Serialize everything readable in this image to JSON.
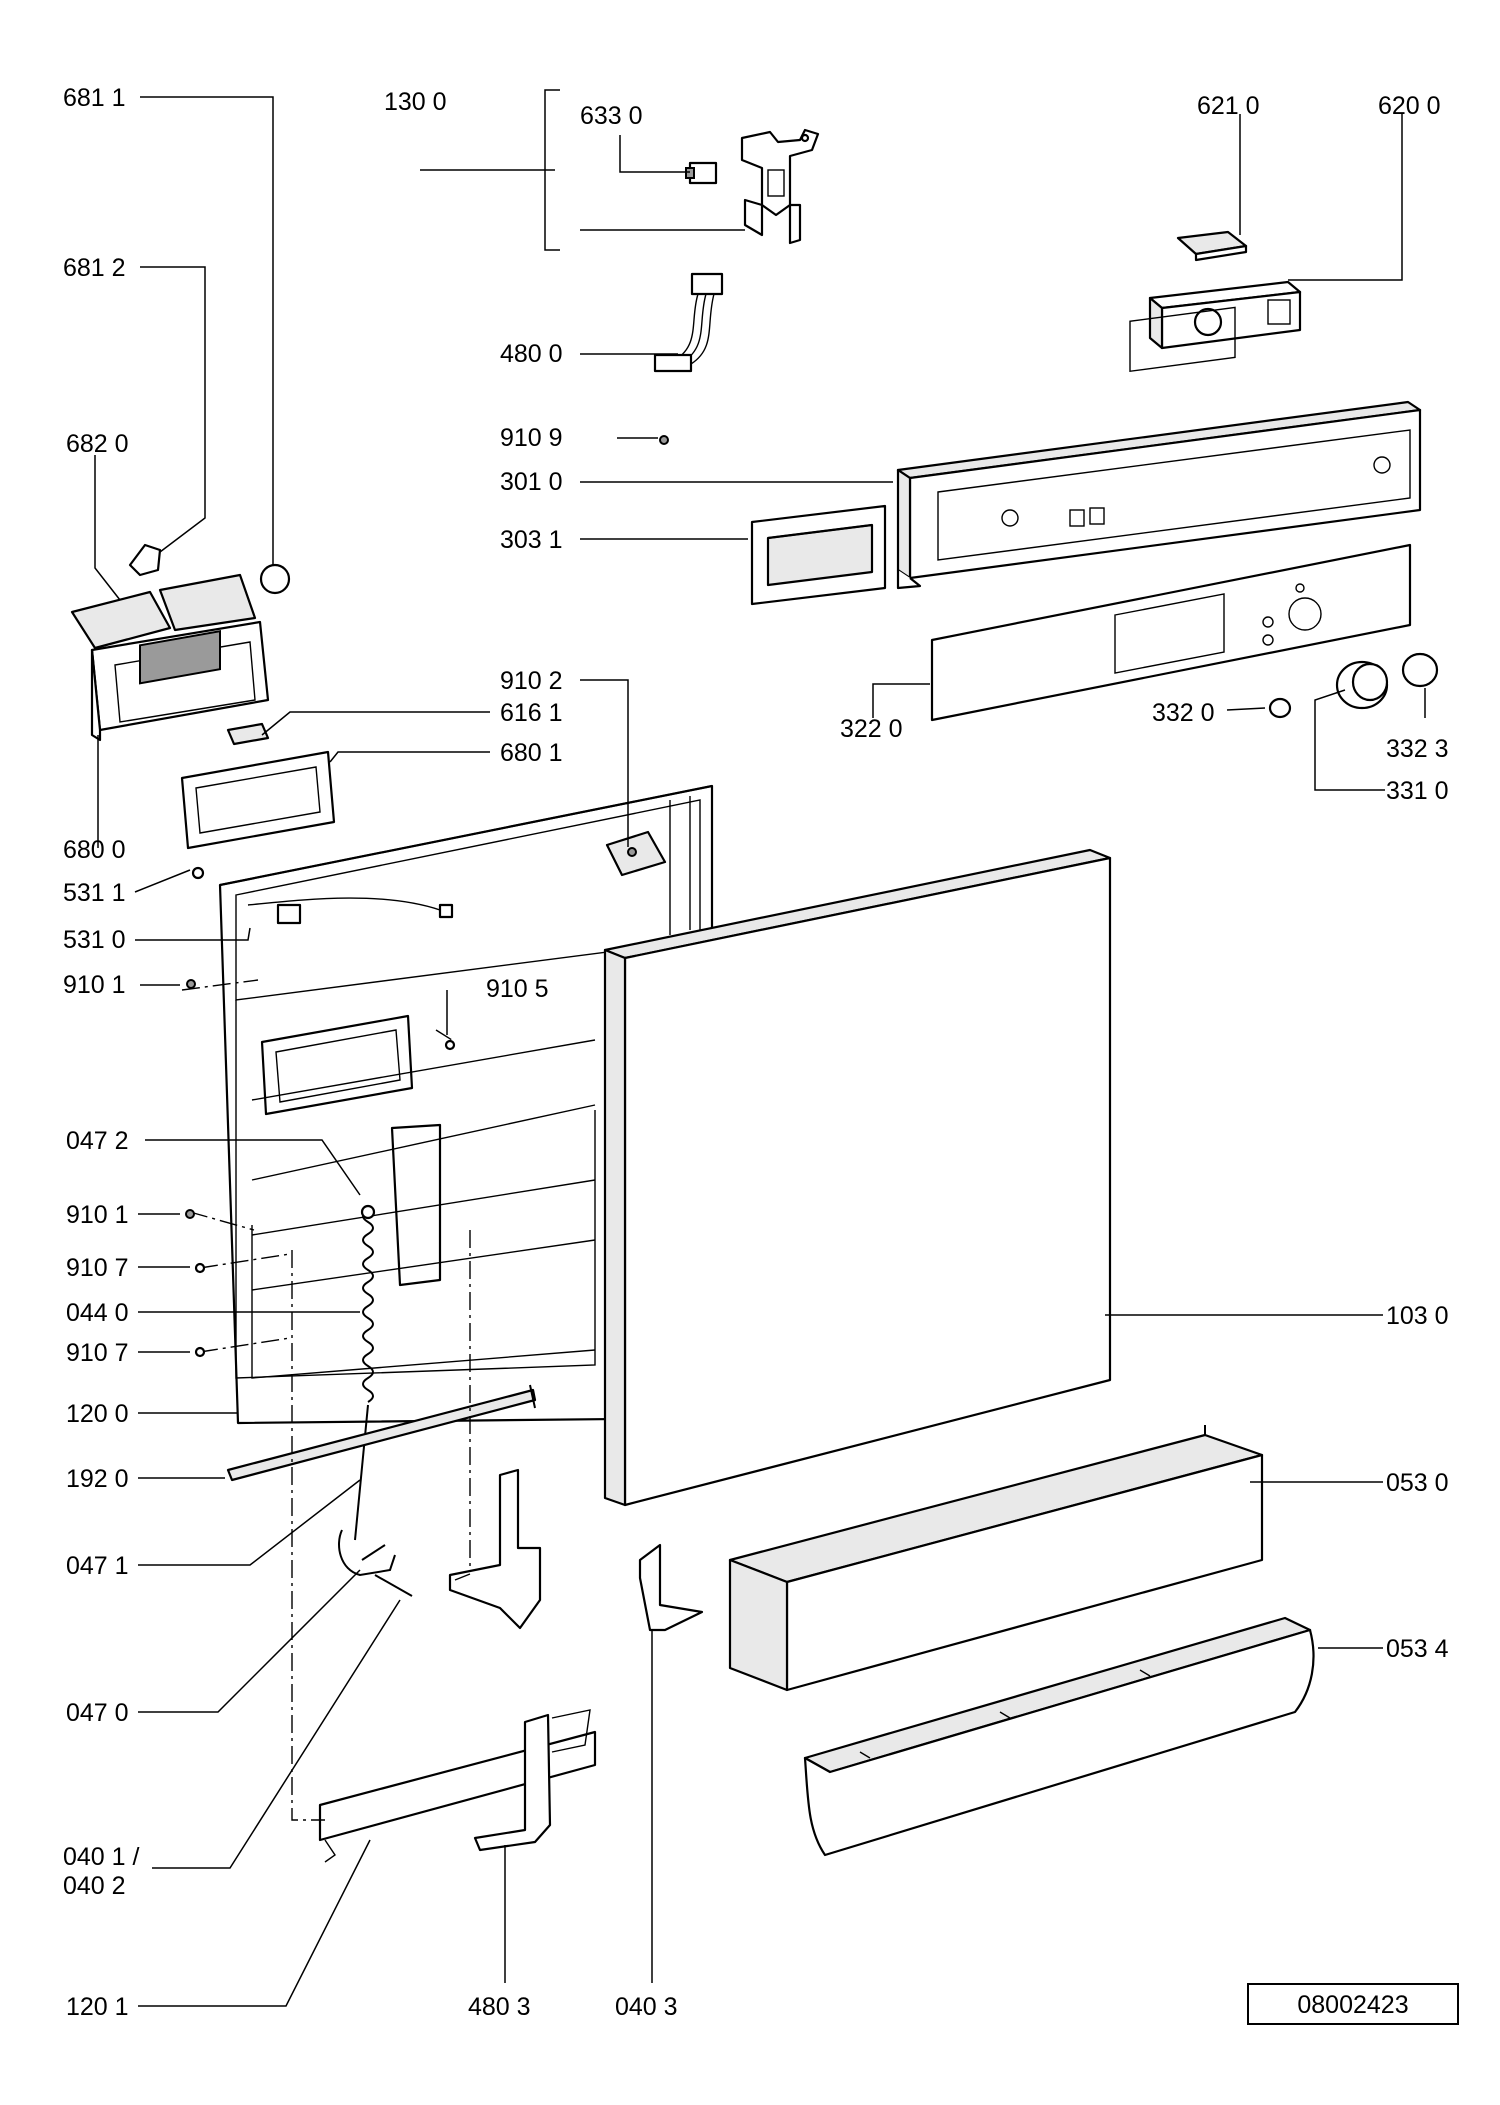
{
  "drawing_number": "08002423",
  "part_labels": {
    "p6811": "681 1",
    "p1300": "130 0",
    "p6330": "633 0",
    "p6210": "621 0",
    "p6200": "620 0",
    "p6812": "681 2",
    "p4800": "480 0",
    "p6820": "682 0",
    "p9109": "910 9",
    "p3010": "301 0",
    "p3031": "303 1",
    "p9102": "910 2",
    "p6161": "616 1",
    "p6801": "680 1",
    "p3220": "322 0",
    "p3320": "332 0",
    "p3323": "332 3",
    "p3310": "331 0",
    "p6800": "680 0",
    "p5311": "531 1",
    "p5310": "531 0",
    "p9101a": "910 1",
    "p9105": "910 5",
    "p0472": "047 2",
    "p9101b": "910 1",
    "p9107a": "910 7",
    "p0440": "044 0",
    "p9107b": "910 7",
    "p1200": "120 0",
    "p1030": "103 0",
    "p1920": "192 0",
    "p0530": "053 0",
    "p0471": "047 1",
    "p0534": "053 4",
    "p0470": "047 0",
    "p0401": "040 1 /",
    "p0402": "040 2",
    "p1201": "120 1",
    "p4803": "480 3",
    "p0403": "040 3"
  },
  "icons": [
    "screw-icon",
    "knob-icon",
    "spring-icon",
    "hinge-icon"
  ]
}
